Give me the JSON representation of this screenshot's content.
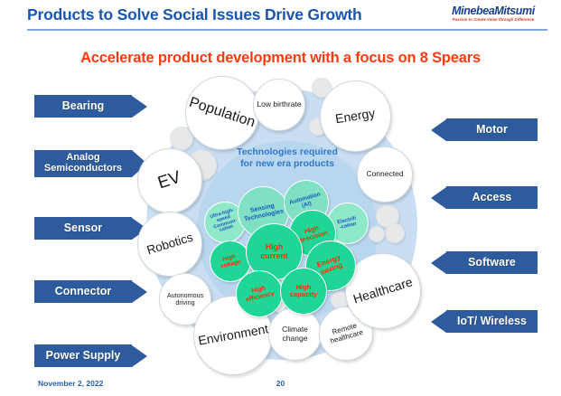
{
  "header": {
    "title": "Products to Solve Social Issues Drive Growth",
    "brand_name": "MinebeaMitsumi",
    "brand_tagline": "Passion to Create Value through Difference"
  },
  "subtitle": "Accelerate product development with a focus on 8 Spears",
  "colors": {
    "title_blue": "#1a55b0",
    "subtitle_red": "#fc3b10",
    "tag_blue": "#2d5b9e",
    "halo_blue": "#c9def2",
    "center_text_blue": "#2e78c8",
    "teal_light": "#8fe8c8",
    "green_strong": "#1fd697",
    "green_label_red": "#ff2f00",
    "brand_navy": "#16408c",
    "brand_red": "#d42f1c"
  },
  "left_tags": [
    {
      "label": "Bearing"
    },
    {
      "label": "Analog\nSemiconductors"
    },
    {
      "label": "Sensor"
    },
    {
      "label": "Connector"
    },
    {
      "label": "Power Supply"
    }
  ],
  "right_tags": [
    {
      "label": "Motor"
    },
    {
      "label": "Access"
    },
    {
      "label": "Software"
    },
    {
      "label": "IoT/ Wireless"
    }
  ],
  "center_label": "Technologies required\nfor new era products",
  "social_issues": [
    {
      "label": "Population"
    },
    {
      "label": "Low birthrate"
    },
    {
      "label": "Energy"
    },
    {
      "label": "Connected"
    },
    {
      "label": "EV"
    },
    {
      "label": "Robotics"
    },
    {
      "label": "Autonomous\ndriving"
    },
    {
      "label": "Environment"
    },
    {
      "label": "Climate\nchange"
    },
    {
      "label": "Remote\nhealthcare"
    },
    {
      "label": "Healthcare"
    }
  ],
  "technologies_light": [
    {
      "label": "Ultra-high-\nspeed\nCommuni-\ncation"
    },
    {
      "label": "Sensing\nTechnologies"
    },
    {
      "label": "Automation\n(AI)"
    },
    {
      "label": "Electrifi\n-cation"
    }
  ],
  "technologies_strong": [
    {
      "label": "High\nvoltage"
    },
    {
      "label": "High\ncurrent"
    },
    {
      "label": "High\nprecision"
    },
    {
      "label": "Energy\nsaving"
    },
    {
      "label": "High\nefficiency"
    },
    {
      "label": "High\ncapacity"
    }
  ],
  "footer": {
    "date": "November 2, 2022",
    "page_number": "20"
  }
}
